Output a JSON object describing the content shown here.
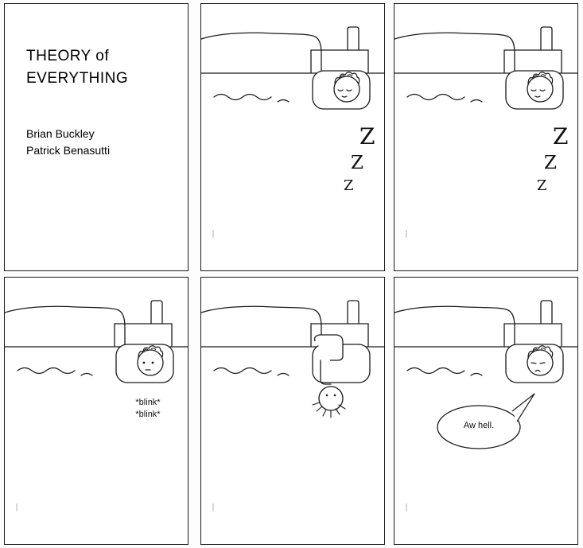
{
  "comic": {
    "title_panel": {
      "title_line1": "THEORY of",
      "title_line2": "EVERYTHING",
      "authors": [
        "Brian Buckley",
        "Patrick Benasutti"
      ]
    },
    "panels": [
      {
        "sleep_sounds": [
          "Z",
          "Z",
          "Z"
        ]
      },
      {
        "sleep_sounds": [
          "Z",
          "Z",
          "Z"
        ]
      },
      {
        "sfx": [
          "*blink*",
          "*blink*"
        ]
      },
      {},
      {
        "speech": "Aw hell."
      }
    ],
    "ink_color": "#1a1a1a",
    "background_color": "#ffffff"
  }
}
